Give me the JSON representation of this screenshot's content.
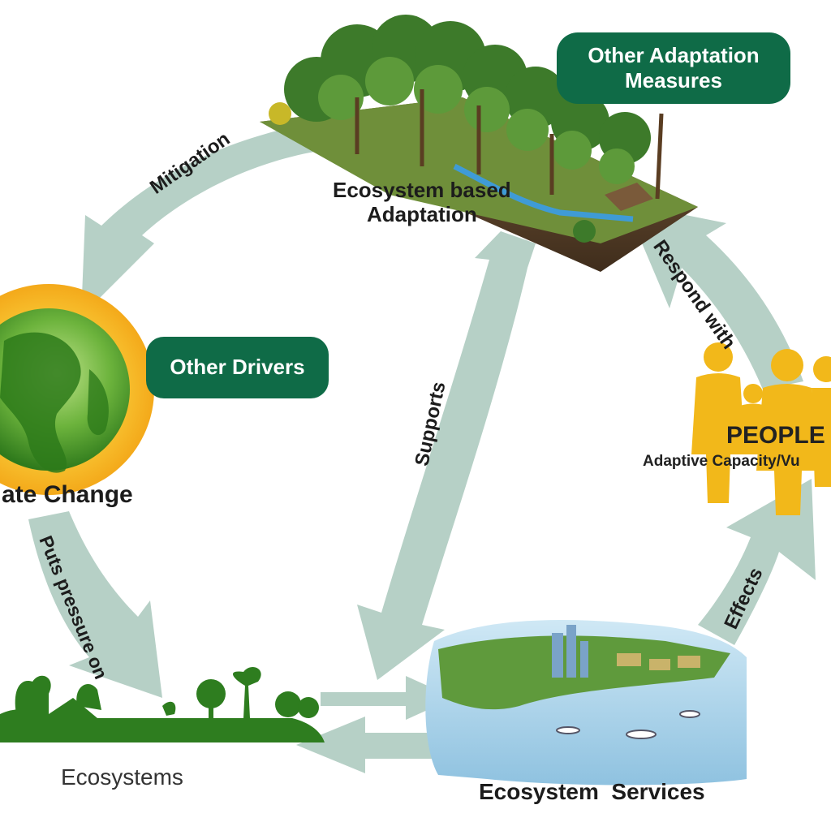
{
  "diagram": {
    "nodes": {
      "other_adaptation_line1": "Other Adaptation",
      "other_adaptation_line2": "Measures",
      "eba_line1": "Ecosystem based",
      "eba_line2": "Adaptation",
      "other_drivers": "Other Drivers",
      "climate_change": "ate Change",
      "people": "PEOPLE",
      "adaptive_capacity": "Adaptive Capacity/Vu",
      "ecosystems": "Ecosystems",
      "ecosystem_services": "Ecosystem  Services"
    },
    "arrows": {
      "mitigation": "Mitigation",
      "respond_with": "Respond with",
      "supports": "Supports",
      "puts_pressure_on": "Puts pressure on",
      "effects": "Effects"
    },
    "colors": {
      "arrow_fill": "#b6d0c6",
      "pill_green": "#0f6b47",
      "people_yellow": "#f2b81a",
      "globe_glow": "#f7b81c",
      "globe_land": "#5aa532",
      "water": "#9ccbe6",
      "forest_green": "#2e7d1f"
    }
  }
}
